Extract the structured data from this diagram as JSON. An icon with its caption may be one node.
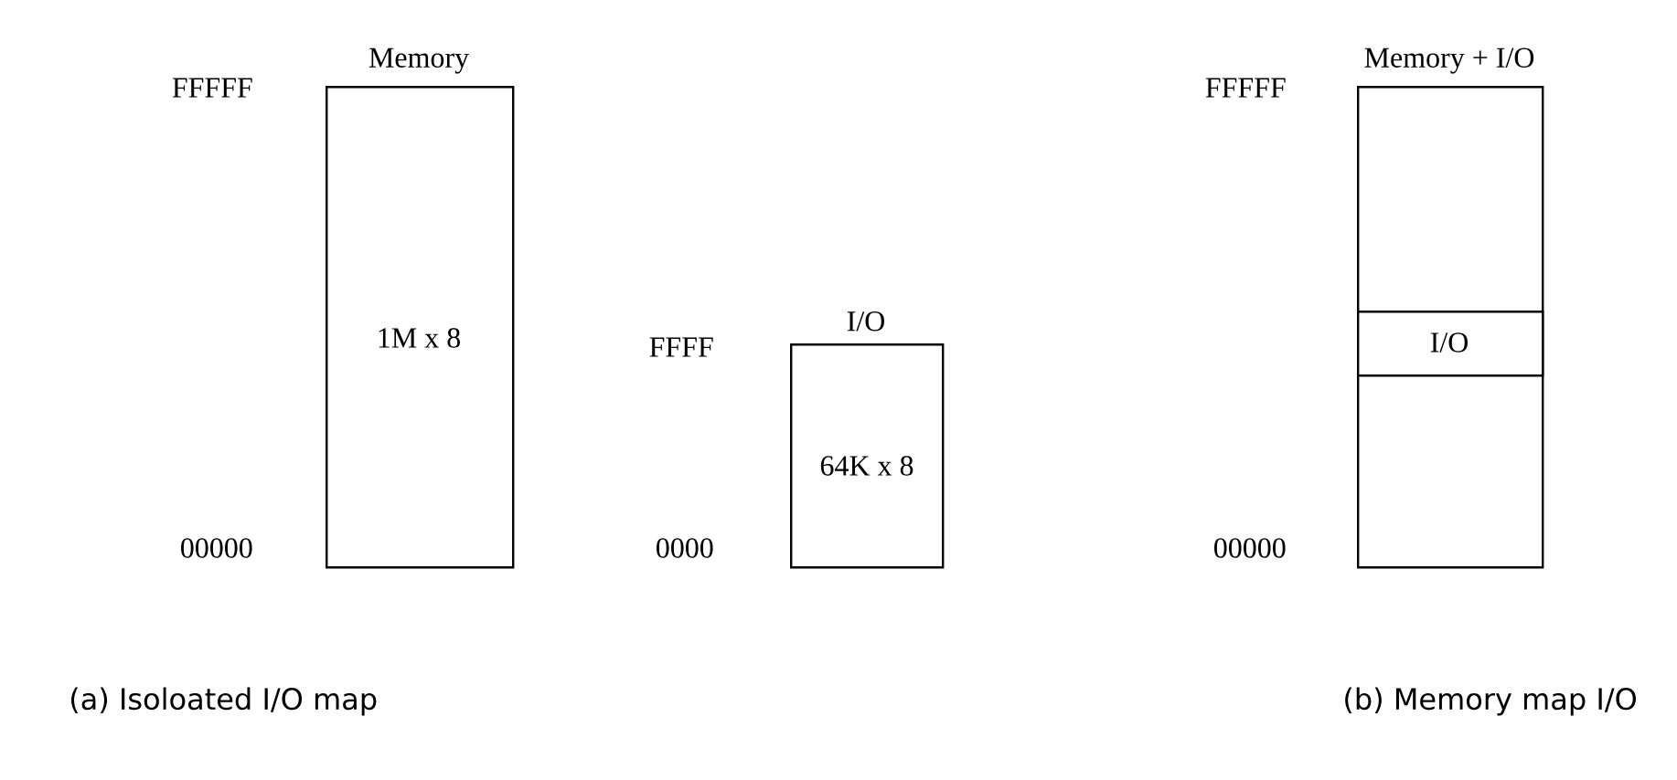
{
  "diagram": {
    "nodes": [
      {
        "text": [
          "Memory",
          "1M x 8"
        ]
      },
      {
        "text": [
          "I/O",
          "64K x 8"
        ]
      },
      {
        "text": [
          "Memory + I/O"
        ]
      },
      {
        "text": [
          "I/O"
        ],
        "in": 2
      }
    ],
    "labels": [
      "FFFFF",
      "FFFF",
      "FFFFF",
      "0000",
      "00000",
      "00000",
      "(a) Isoloated I/O map",
      "(b) Memory map I/O"
    ]
  }
}
